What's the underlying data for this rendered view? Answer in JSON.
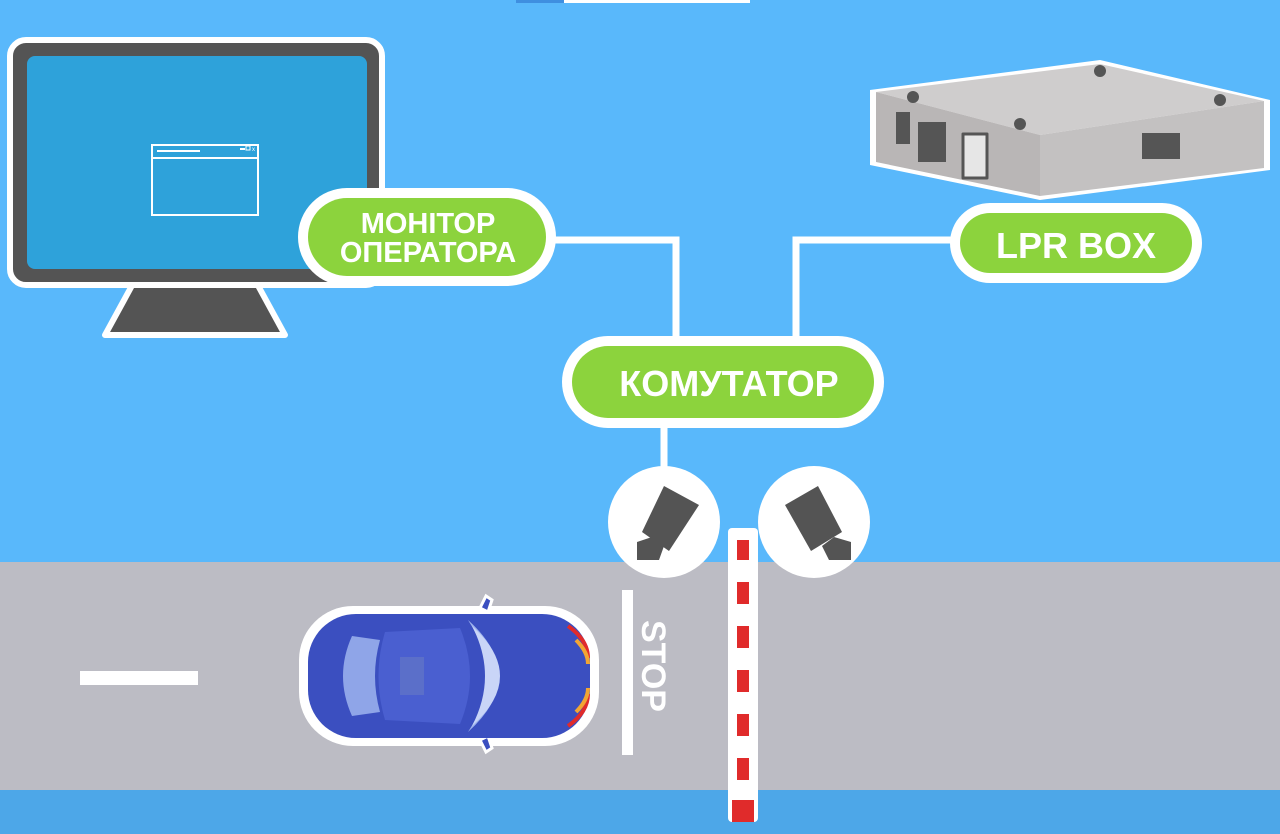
{
  "labels": {
    "monitor_line1": "МОНІТОР",
    "monitor_line2": "ОПЕРАТОРА",
    "lpr_box": "LPR BOX",
    "switch": "КОМУТАТОР",
    "stop": "STOP"
  },
  "colors": {
    "background": "#59b8fb",
    "pill_green": "#8cd33d",
    "road": "#bcbcc4",
    "car_body": "#3b4fc0",
    "barrier_red": "#e02b2b"
  },
  "icons": {
    "monitor": "monitor-icon",
    "lpr_device": "lpr-box-device-icon",
    "camera": "camera-icon",
    "car": "car-icon",
    "barrier": "barrier-gate-icon"
  }
}
